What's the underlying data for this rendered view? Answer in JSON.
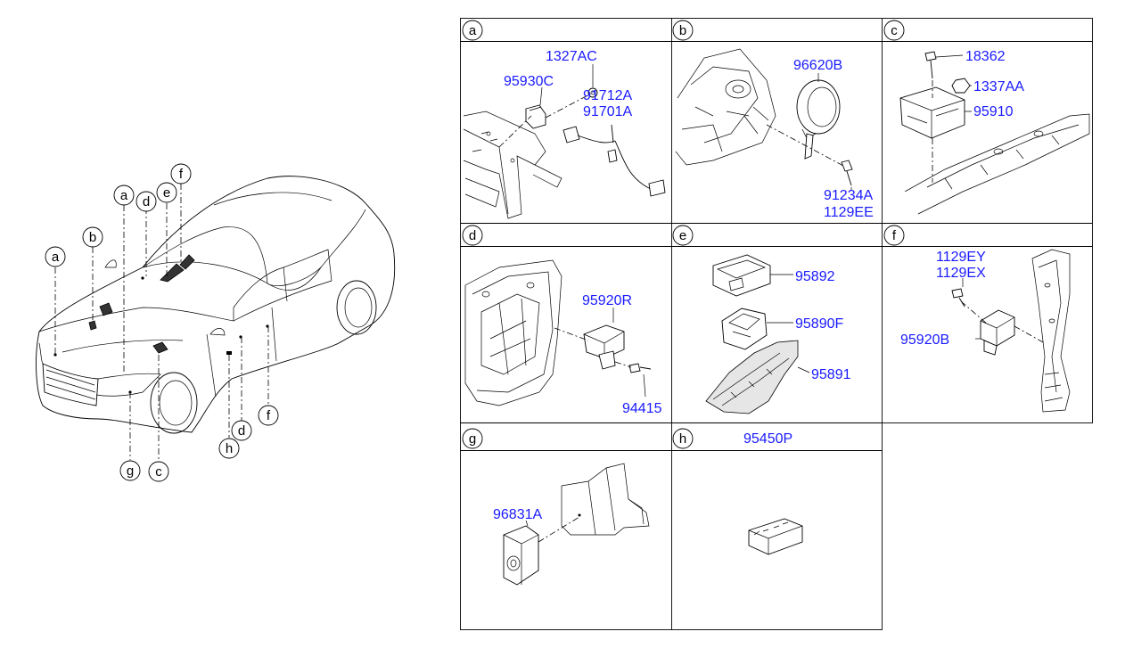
{
  "overview_callouts": [
    {
      "id": "a",
      "letter": "a"
    },
    {
      "id": "b",
      "letter": "b"
    },
    {
      "id": "a2",
      "letter": "a"
    },
    {
      "id": "d",
      "letter": "d"
    },
    {
      "id": "e",
      "letter": "e"
    },
    {
      "id": "f",
      "letter": "f"
    },
    {
      "id": "f2",
      "letter": "f"
    },
    {
      "id": "d2",
      "letter": "d"
    },
    {
      "id": "h",
      "letter": "h"
    },
    {
      "id": "g",
      "letter": "g"
    },
    {
      "id": "c",
      "letter": "c"
    }
  ],
  "sections": [
    {
      "letter": "a",
      "parts": [
        "1327AC",
        "95930C",
        "91712A",
        "91701A"
      ]
    },
    {
      "letter": "b",
      "parts": [
        "96620B",
        "91234A",
        "1129EE"
      ]
    },
    {
      "letter": "c",
      "parts": [
        "18362",
        "1337AA",
        "95910"
      ]
    },
    {
      "letter": "d",
      "parts": [
        "95920R",
        "94415"
      ]
    },
    {
      "letter": "e",
      "parts": [
        "95892",
        "95890F",
        "95891"
      ]
    },
    {
      "letter": "f",
      "parts": [
        "1129EY",
        "1129EX",
        "95920B"
      ]
    },
    {
      "letter": "g",
      "parts": [
        "96831A"
      ]
    },
    {
      "letter": "h",
      "parts": [
        "95450P"
      ]
    }
  ],
  "colors": {
    "part_number": "#1a1aff",
    "line": "#000000"
  }
}
